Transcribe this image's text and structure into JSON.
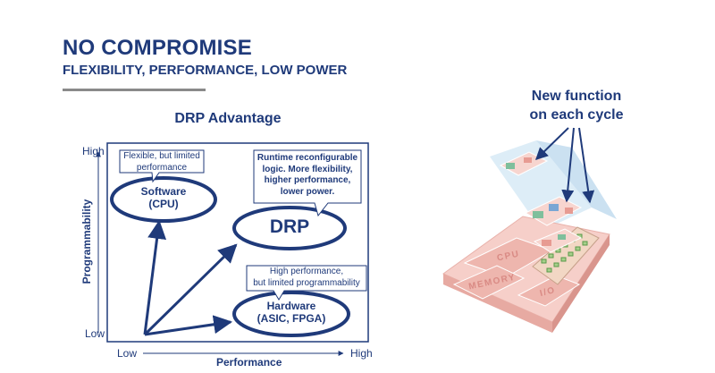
{
  "slide": {
    "title": "NO COMPROMISE",
    "subtitle": "FLEXIBILITY, PERFORMANCE, LOW POWER"
  },
  "diagram": {
    "title": "DRP Advantage",
    "y_axis": {
      "label": "Programmability",
      "high": "High",
      "low": "Low"
    },
    "x_axis": {
      "label": "Performance",
      "low": "Low",
      "high": "High"
    },
    "nodes": {
      "software": {
        "line1": "Software",
        "line2": "(CPU)"
      },
      "drp": {
        "label": "DRP"
      },
      "hardware": {
        "line1": "Hardware",
        "line2": "(ASIC, FPGA)"
      }
    },
    "callouts": {
      "software": {
        "line1": "Flexible,  but limited",
        "line2": "performance"
      },
      "drp": {
        "line1": "Runtime reconfigurable",
        "line2": "logic. More flexibility,",
        "line3": "higher performance,",
        "line4": "lower power."
      },
      "hardware": {
        "line1": "High performance,",
        "line2": "but limited programmability"
      }
    }
  },
  "chip": {
    "caption_line1": "New function",
    "caption_line2": "on each cycle",
    "blocks": {
      "cpu": "CPU",
      "memory": "MEMORY",
      "io": "I/O"
    }
  },
  "colors": {
    "navy": "#1f3a7a",
    "chip_base": "#f6cfc9",
    "chip_glow": "#bfdcf0"
  }
}
